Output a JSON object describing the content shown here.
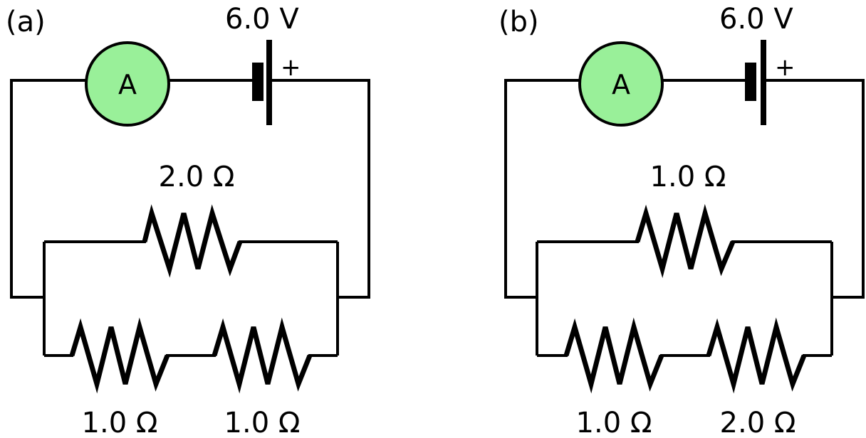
{
  "colors": {
    "ammeter_fill": "#99f099",
    "line": "#000000",
    "background": "#ffffff"
  },
  "circuits": [
    {
      "label": "(a)",
      "battery_voltage": "6.0 V",
      "battery_plus": "+",
      "ammeter_symbol": "A",
      "top_resistor": "2.0 Ω",
      "bottom_left_resistor": "1.0 Ω",
      "bottom_right_resistor": "1.0 Ω"
    },
    {
      "label": "(b)",
      "battery_voltage": "6.0 V",
      "battery_plus": "+",
      "ammeter_symbol": "A",
      "top_resistor": "1.0 Ω",
      "bottom_left_resistor": "1.0 Ω",
      "bottom_right_resistor": "2.0 Ω"
    }
  ]
}
